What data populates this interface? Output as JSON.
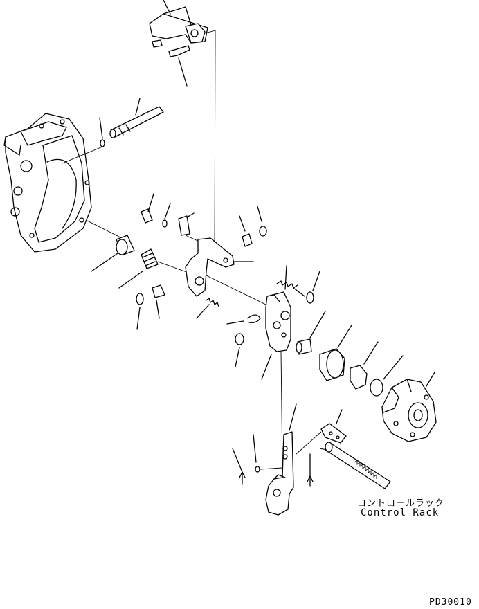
{
  "annotation": {
    "caption_ja": "コントロールラック",
    "caption_en": "Control Rack"
  },
  "figure_code": "PD30010",
  "colors": {
    "ink": "#000000",
    "paper": "#ffffff"
  }
}
